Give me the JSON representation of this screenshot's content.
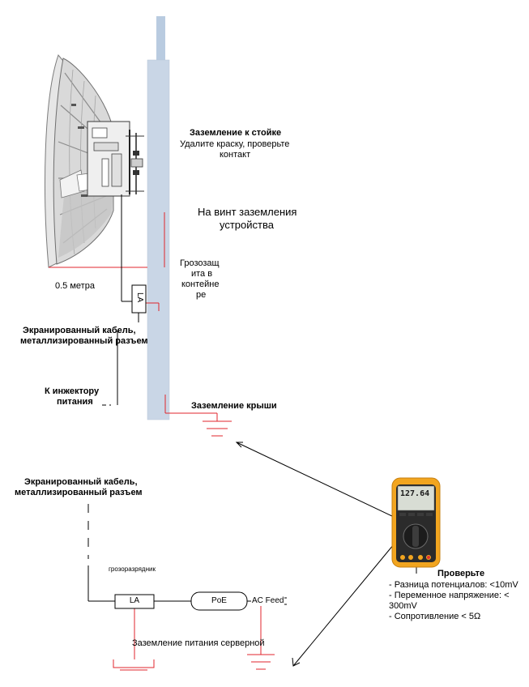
{
  "labels": {
    "mast_ground_title": "Заземление к стойке",
    "mast_ground_line1": "Удалите краску, проверьте",
    "mast_ground_line2": "контакт",
    "device_ground_line1": "На винт  заземления",
    "device_ground_line2": "устройства",
    "arrestor_line1": "Грозозащ",
    "arrestor_line2": "ита в",
    "arrestor_line3": "контейне",
    "arrestor_line4": "ре",
    "distance": "0.5 метра",
    "la_top": "LA",
    "shielded_cable_top_line1": "Экранированный кабель,",
    "shielded_cable_top_line2": "металлизированный разъем",
    "to_injector_line1": "К инжектору",
    "to_injector_line2": "питания",
    "roof_ground": "Заземление крыши",
    "shielded_cable_bottom_line1": "Экранированный кабель,",
    "shielded_cable_bottom_line2": "металлизированный разъем",
    "surge_arrestor": "грозоразрядник",
    "la_bottom": "LA",
    "poe": "PoE",
    "ac_feed": "AC Feed",
    "server_ground": "Заземление питания серверной",
    "check_title": "Проверьте",
    "check_line1": "- Разница потенциалов: <10mV",
    "check_line2": "- Переменное напряжение: <",
    "check_line3": "300mV",
    "check_line4": "- Сопротивление < 5Ω"
  },
  "meter": {
    "display_value": "127.64"
  },
  "colors": {
    "mast": "#c9d6e6",
    "mast_top": "#b9cbe0",
    "ground_red": "#e0262c",
    "wire": "#000000",
    "meter_body": "#f2a51f",
    "meter_face": "#2b2b2b",
    "meter_screen": "#d8ddd4",
    "antenna_gray": "#a0a0a0"
  }
}
